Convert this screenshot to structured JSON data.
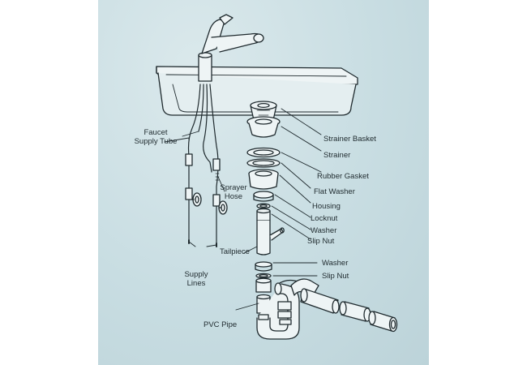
{
  "labels": {
    "faucet_supply_tube_1": "Faucet",
    "faucet_supply_tube_2": "Supply Tube",
    "sprayer_hose_1": "Sprayer",
    "sprayer_hose_2": "Hose",
    "supply_lines_1": "Supply",
    "supply_lines_2": "Lines",
    "tailpiece": "Tailpiece",
    "pvc_pipe": "PVC Pipe",
    "strainer_basket": "Strainer Basket",
    "strainer": "Strainer",
    "rubber_gasket": "Rubber Gasket",
    "flat_washer": "Flat Washer",
    "housing": "Housing",
    "locknut": "Locknut",
    "washer_upper": "Washer",
    "slip_nut_upper": "Slip Nut",
    "washer_lower": "Washer",
    "slip_nut_lower": "Slip Nut"
  },
  "colors": {
    "background": "#c8dde2",
    "line": "#1f2a2e",
    "part_fill": "#eef4f5"
  }
}
